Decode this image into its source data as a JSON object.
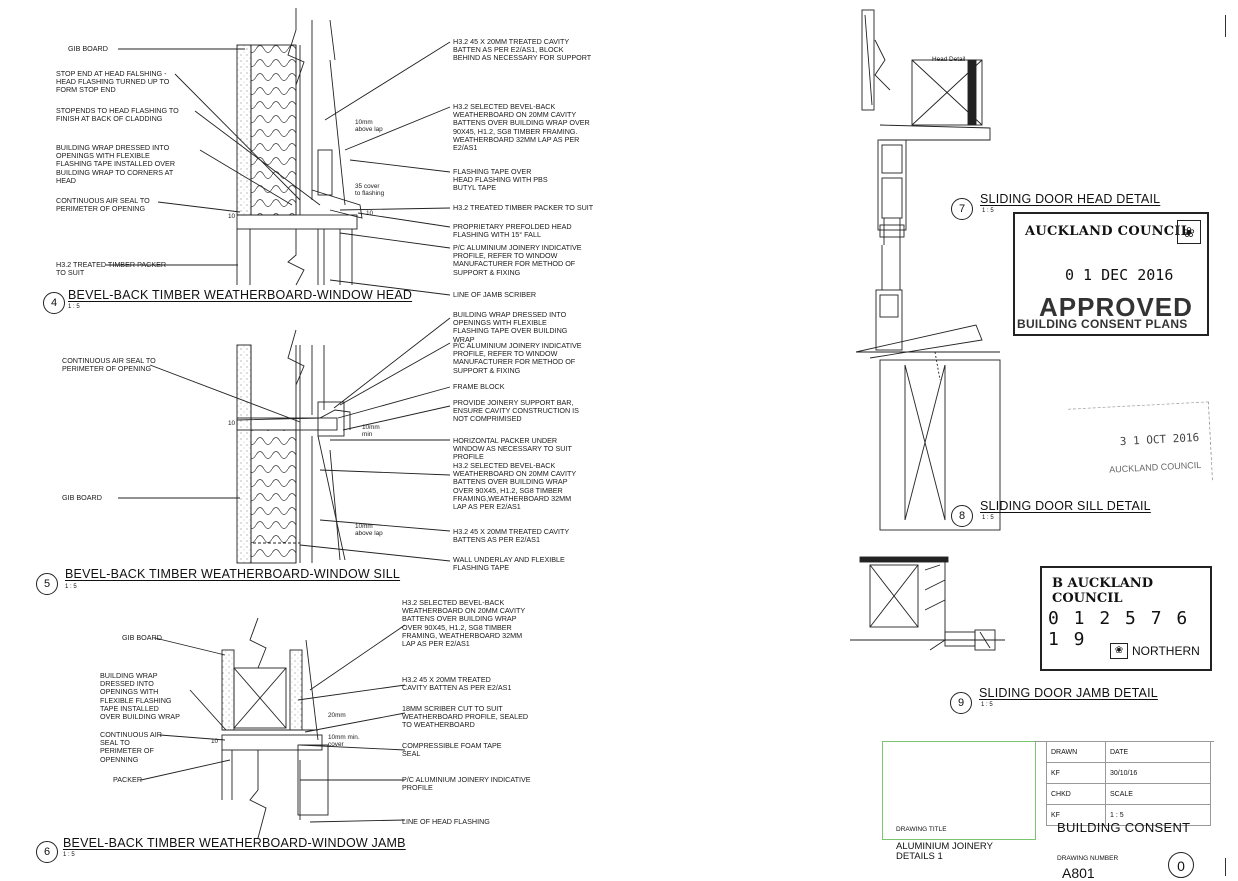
{
  "details": {
    "d4": {
      "number": "4",
      "title": "BEVEL-BACK TIMBER WEATHERBOARD-WINDOW HEAD",
      "scale": "1 : 5"
    },
    "d5": {
      "number": "5",
      "title": "BEVEL-BACK TIMBER WEATHERBOARD-WINDOW SILL",
      "scale": "1 : 5"
    },
    "d6": {
      "number": "6",
      "title": "BEVEL-BACK TIMBER WEATHERBOARD-WINDOW JAMB",
      "scale": "1 : 5"
    },
    "d7": {
      "number": "7",
      "title": "SLIDING DOOR HEAD DETAIL",
      "scale": "1 : 5"
    },
    "d8": {
      "number": "8",
      "title": "SLIDING DOOR SILL DETAIL",
      "scale": "1 : 5"
    },
    "d9": {
      "number": "9",
      "title": "SLIDING DOOR JAMB DETAIL",
      "scale": "1 : 5"
    }
  },
  "head_left_notes": [
    "Gib BOARD",
    "STOP END AT HEAD FALSHING -\nHEAD FLASHING TURNED UP TO\nFORM STOP END",
    "STOPENDS TO HEAD FLASHING TO\nFINISH AT BACK OF CLADDING",
    "BUILDING WRAP DRESSED INTO\nOPENINGS WITH FLEXIBLE\nFLASHING TAPE INSTALLED OVER\nBUILDING WRAP TO CORNERS AT\nHEAD",
    "CONTINUOUS AIR SEAL TO\nPERIMETER OF OPENING",
    "H3.2 TREATED TIMBER PACKER\nTO SUIT"
  ],
  "head_right_notes": [
    "H3.2 45 x 20mm TREATED CAVITY\nBATTEN AS PER E2/AS1, BLOCK\nBEHIND AS NECESSARY FOR SUPPORT",
    "H3.2 SELECTED BEVEL-BACK\nWEATHERBOARD ON 20mm CAVITY\nBATTENS OVER BUILDING WRAP OVER\n90X45, H1.2, SG8 TIMBER FRAMING.\nWEATHERBOARD 32mm LAP AS PER\nE2/AS1",
    "FLASHING TAPE OVER\nHEAD FLASHING WITH PBS\nButyl TAPE",
    "H3.2 TREATED TIMBER PACKER TO SUIT",
    "PROPRIETARY PREFOLDED HEAD\nFLASHING WITH  15° FALL",
    "P/C ALUMINIUM JOINERY INDICATIVE\nPROFILE, REFER TO WINDOW\nMANUFACTURER FOR METHOD OF\nSUPPORT & FIXING",
    "LINE OF JAMB SCRIBER"
  ],
  "head_dims": [
    "10mm\nabove lap",
    "35 cover\nto flashing",
    "10",
    "10"
  ],
  "sill_left_notes": [
    "CONTINUOUS AIR SEAL TO\nPERIMETER OF OPENING",
    "Gib BOARD"
  ],
  "sill_right_notes": [
    "BUILDING WRAP DRESSED INTO\nOPENINGS WITH FLEXIBLE\nFLASHING TAPE OVER BUILDING\nWRAP",
    "P/C ALUMINIUM JOINERY INDICATIVE\nPROFILE, REFER TO WINDOW\nMANUFACTURER FOR METHOD OF\nSUPPORT & FIXING",
    "FRAME BLOCK",
    "PROVIDE JOINERY SUPPORT BAR,\nENSURE CAVITY CONSTRUCTION IS\nNOT COMPRIMISED",
    "HORIZONTAL PACKER UNDER\nWINDOW AS NECESSARY TO SUIT\nPROFILE",
    "H3.2 SELECTED BEVEL-BACK\nWEATHERBOARD ON 20mm CAVITY\nBATTENS OVER BUILDING WRAP\nOVER 90X45, H1.2, SG8 TIMBER\nFRAMING,WEATHERBOARD 32mm\nLAP AS PER E2/AS1",
    "H3.2 45 x 20mm TREATED CAVITY\nBATTENS AS PER E2/AS1",
    "WALL UNDERLAY AND FLEXIBLE\nFLASHING TAPE"
  ],
  "sill_dims": [
    "10mm\nmin",
    "10mm\nabove lap",
    "10"
  ],
  "jamb_left_notes": [
    "Gib BOARD",
    "BUILDING WRAP\nDRESSED INTO\nOPENINGS WITH\nFLEXIBLE FLASHING\nTAPE INSTALLED\nOVER BUILDING WRAP",
    "CONTINUOUS AIR\nSEAL TO\nPERIMETER OF\nOPENNING",
    "PACKER"
  ],
  "jamb_right_notes": [
    "H3.2 SELECTED BEVEL-BACK\nWEATHERBOARD ON 20mm CAVITY\nBATTENS OVER BUILDING WRAP\nOVER 90X45, H1.2, SG8 TIMBER\nFRAMING, WEATHERBOARD 32mm\nLAP AS PER E2/AS1",
    "H3.2 45 x 20mm TREATED\nCAVITY BATTEN AS PER E2/AS1",
    "18mm SCRIBER CUT TO SUIT\nWEATHERBOARD PROFILE, SEALED\nTO WEATHERBOARD",
    "COMPRESSIBLE FOAM TAPE\nSEAL",
    "P/C ALUMINIUM JOINERY INDICATIVE\nPROFILE",
    "LINE OF HEAD FLASHING"
  ],
  "jamb_dims": [
    "10",
    "10mm min.\ncover",
    "20mm"
  ],
  "door_head_label": "Head Detail",
  "stamp_approved": {
    "council": "AUCKLAND COUNCIL",
    "date": "0 1 DEC 2016",
    "word": "APPROVED",
    "sub": "BUILDING CONSENT PLANS"
  },
  "stamp_received": {
    "date": "3 1 OCT 2016",
    "council": "AUCKLAND COUNCIL"
  },
  "stamp_number": {
    "council": "B AUCKLAND COUNCIL",
    "number": "0 1 2 5 7 6 1 9",
    "region": "NORTHERN"
  },
  "title_block": {
    "drawn_label": "DRAWN",
    "drawn": "KF",
    "date_label": "DATE",
    "date": "30/10/16",
    "chkd_label": "CHKD",
    "chkd": "KF",
    "scale_label": "SCALE",
    "scale": "1 : 5",
    "status": "BUILDING CONSENT",
    "drawing_title_label": "DRAWING TITLE",
    "drawing_title": "ALUMINIUM JOINERY\nDETAILS 1",
    "drawing_number_label": "DRAWING NUMBER",
    "drawing_number": "A801",
    "revision": "0"
  }
}
